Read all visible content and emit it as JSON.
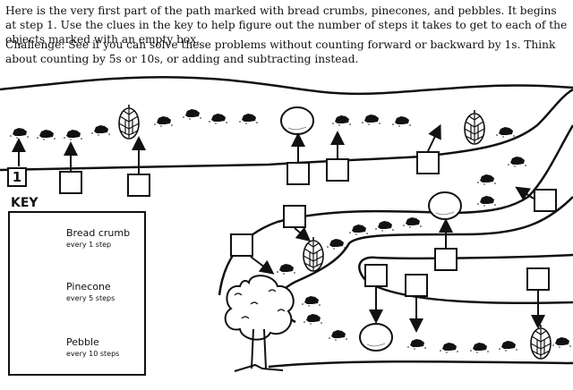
{
  "intro": "Here is the very first part of the path marked with bread crumbs, pinecones, and pebbles. It begins at step 1. Use the clues in the key to help figure out the number of steps it takes to get to each of the objects marked with an empty box.",
  "challenge": "Challenge: See if you can solve these problems without counting forward or backward by 1s. Think about counting by 5s or 10s, or adding and subtracting instead.",
  "start_step": "1",
  "key": {
    "title": "KEY",
    "items": [
      {
        "icon": "bread-crumb-icon",
        "name": "Bread crumb",
        "rule": "every 1 step"
      },
      {
        "icon": "pinecone-icon",
        "name": "Pinecone",
        "rule": "every 5 steps"
      },
      {
        "icon": "pebble-icon",
        "name": "Pebble",
        "rule": "every 10 steps"
      }
    ]
  }
}
